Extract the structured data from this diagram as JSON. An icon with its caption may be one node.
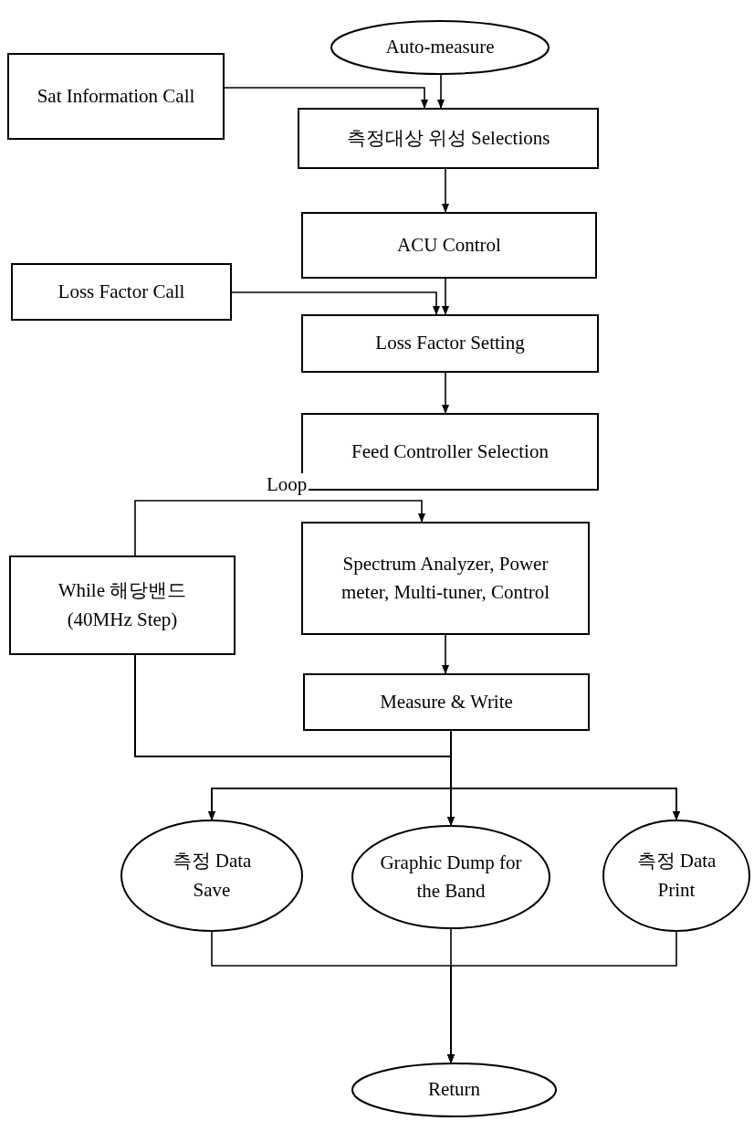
{
  "diagram": {
    "nodes": [
      {
        "text": [
          "Auto-measure"
        ]
      },
      {
        "text": [
          "Sat Information Call"
        ]
      },
      {
        "text": [
          "측정대상 위성 Selections"
        ]
      },
      {
        "text": [
          "ACU Control"
        ]
      },
      {
        "text": [
          "Loss Factor Call"
        ]
      },
      {
        "text": [
          "Loss Factor Setting"
        ]
      },
      {
        "text": [
          "Feed Controller Selection"
        ]
      },
      {
        "text": [
          "While 해당밴드 (40MHz Step)"
        ]
      },
      {
        "text": [
          "Spectrum Analyzer, Power meter, Multi-tuner, Control"
        ]
      },
      {
        "text": [
          "Measure & Write"
        ]
      },
      {
        "text": [
          "측정 Data Save"
        ]
      },
      {
        "text": [
          "Graphic Dump for the Band"
        ]
      },
      {
        "text": [
          "측정 Data Print"
        ]
      },
      {
        "text": [
          "Return"
        ]
      }
    ],
    "edges": [
      {
        "from": 0,
        "to": 2,
        "arrow": "to"
      },
      {
        "from": 1,
        "to": 2,
        "arrow": "to"
      },
      {
        "from": 2,
        "to": 3,
        "arrow": "to"
      },
      {
        "from": 3,
        "to": 5,
        "arrow": "to"
      },
      {
        "from": 4,
        "to": 5,
        "arrow": "to"
      },
      {
        "from": 5,
        "to": 6,
        "arrow": "to"
      },
      {
        "from": 7,
        "to": 8,
        "arrow": "to",
        "label": "Loop"
      },
      {
        "from": 8,
        "to": 9,
        "arrow": "to"
      },
      {
        "from": 9,
        "to": 10,
        "arrow": "to"
      },
      {
        "from": 9,
        "to": 11,
        "arrow": "to"
      },
      {
        "from": 9,
        "to": 12,
        "arrow": "to"
      },
      {
        "from": 7,
        "to": 10,
        "arrow": "to"
      },
      {
        "from": 7,
        "to": 11,
        "arrow": "to"
      },
      {
        "from": 7,
        "to": 12,
        "arrow": "to"
      },
      {
        "from": 10,
        "to": 13,
        "arrow": "to"
      },
      {
        "from": 11,
        "to": 13,
        "arrow": "to"
      },
      {
        "from": 12,
        "to": 13,
        "arrow": "to"
      }
    ]
  }
}
